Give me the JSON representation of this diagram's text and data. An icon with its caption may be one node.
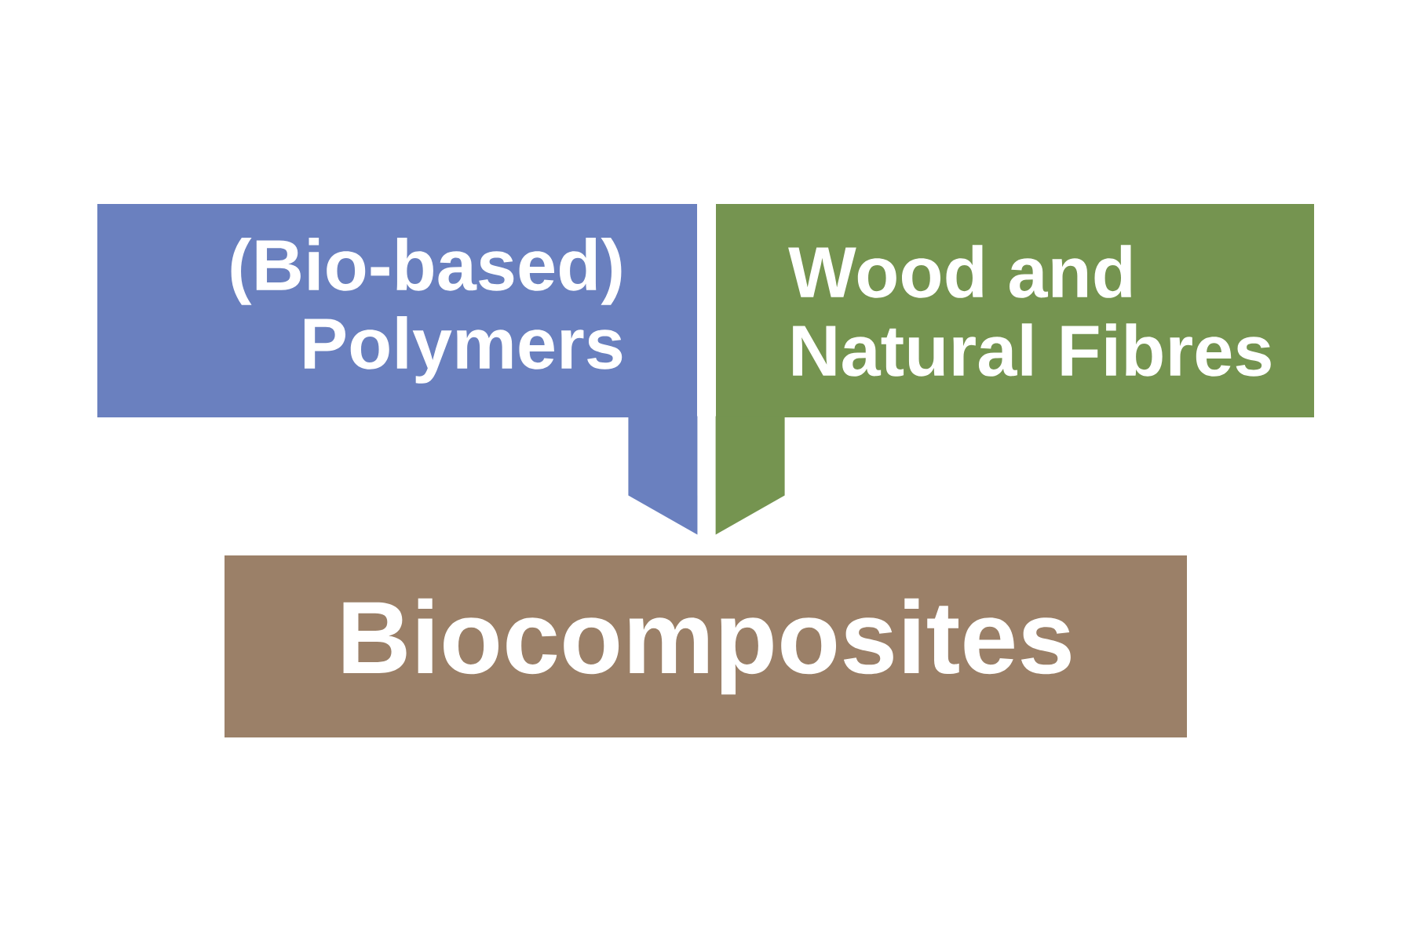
{
  "diagram": {
    "nodes": [
      {
        "text": [
          "(Bio-based) Polymers"
        ]
      },
      {
        "text": [
          "Wood and Natural Fibres"
        ]
      },
      {
        "text": [
          "Biocomposites"
        ]
      }
    ],
    "edges": [
      {
        "from": 0,
        "to": 2,
        "arrow": "to"
      },
      {
        "from": 1,
        "to": 2,
        "arrow": "to"
      }
    ]
  }
}
